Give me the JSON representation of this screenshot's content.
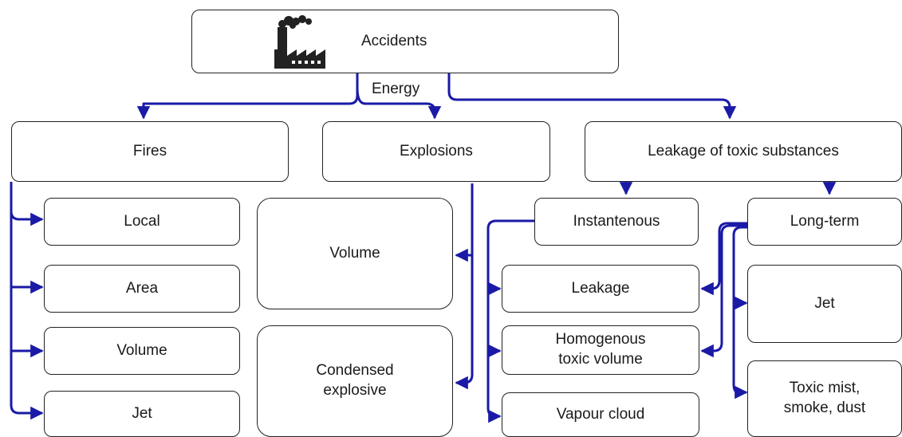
{
  "colors": {
    "arrow": "#1a1aa6",
    "border": "#222222",
    "text": "#1a1a1a"
  },
  "root": {
    "label": "Accidents",
    "icon": "factory-icon"
  },
  "energy_label": "Energy",
  "categories": {
    "fires": "Fires",
    "explosions": "Explosions",
    "leakage": "Leakage of toxic substances"
  },
  "fires_items": [
    "Local",
    "Area",
    "Volume",
    "Jet"
  ],
  "explosions_items": [
    "Volume",
    "Condensed\nexplosive"
  ],
  "leakage_types": {
    "instantaneous": "Instantenous",
    "long_term": "Long-term"
  },
  "instantaneous_items": [
    "Leakage",
    "Homogenous\ntoxic volume",
    "Vapour cloud"
  ],
  "long_term_items": [
    "Jet",
    "Toxic mist,\nsmoke, dust"
  ]
}
